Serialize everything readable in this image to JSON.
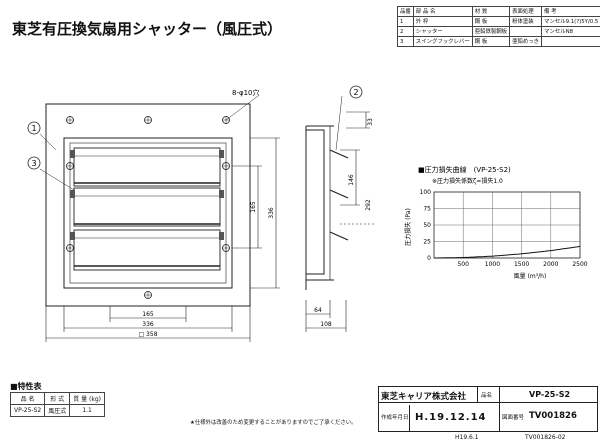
{
  "title": "東芝有圧換気扇用シャッター（風圧式）",
  "parts_table": {
    "headers": [
      "品番",
      "部 品 名",
      "材 質",
      "表面処理",
      "備 考"
    ],
    "rows": [
      [
        "1",
        "外 枠",
        "鋼 板",
        "粉体塗装",
        "マンセル9.1(?)5Y/0.5"
      ],
      [
        "2",
        "シャッター",
        "亜鉛鉄製鋼板",
        "",
        "マンセルN8"
      ],
      [
        "3",
        "スイングフックレバー",
        "鋼 板",
        "亜鉛めっき",
        ""
      ]
    ]
  },
  "front_view": {
    "hole_label": "8-φ10穴",
    "callouts": [
      "1",
      "3"
    ],
    "dims": {
      "bottom": [
        "165",
        "336",
        "□ 358"
      ],
      "right": [
        "165",
        "336"
      ]
    }
  },
  "side_view": {
    "callout": "2",
    "dims": {
      "d33": "33",
      "d146": "146",
      "d292": "292",
      "d64": "64",
      "d108": "108"
    }
  },
  "chart_data": {
    "type": "line",
    "title": "■圧力損失曲線　(VP-25-S2)",
    "subtitle": "※圧力損失係数ζ=損失1.0",
    "ylabel": "圧力損失 (Pa)",
    "xlabel": "風量 (m³/h)",
    "x_ticks": [
      500,
      1000,
      1500,
      2000,
      2500
    ],
    "y_ticks": [
      0,
      25,
      50,
      75,
      100
    ],
    "xlim": [
      0,
      2500
    ],
    "ylim": [
      0,
      100
    ],
    "grid": true,
    "series": [
      {
        "x": [
          0,
          500,
          1000,
          1500,
          2000,
          2500
        ],
        "y": [
          0,
          0.7,
          2.8,
          6.3,
          11.2,
          17.5
        ]
      }
    ]
  },
  "spec_table": {
    "title": "■特性表",
    "headers": [
      "品 名",
      "形 式",
      "質 量 (kg)"
    ],
    "row": [
      "VP-25-S2",
      "風圧式",
      "1.1"
    ]
  },
  "note": "★仕様外は改善のため変更することがありますのでご了承ください。",
  "title_block": {
    "company": "東芝キャリア株式会社",
    "name_label": "品名",
    "model": "VP-25-S2",
    "date_label": "作成年月日",
    "date": "H.19.12.14",
    "doc_label": "図面番号",
    "doc_no": "TV001826"
  },
  "footer": {
    "left": "H19.6.1",
    "right": "TV001826-02"
  }
}
